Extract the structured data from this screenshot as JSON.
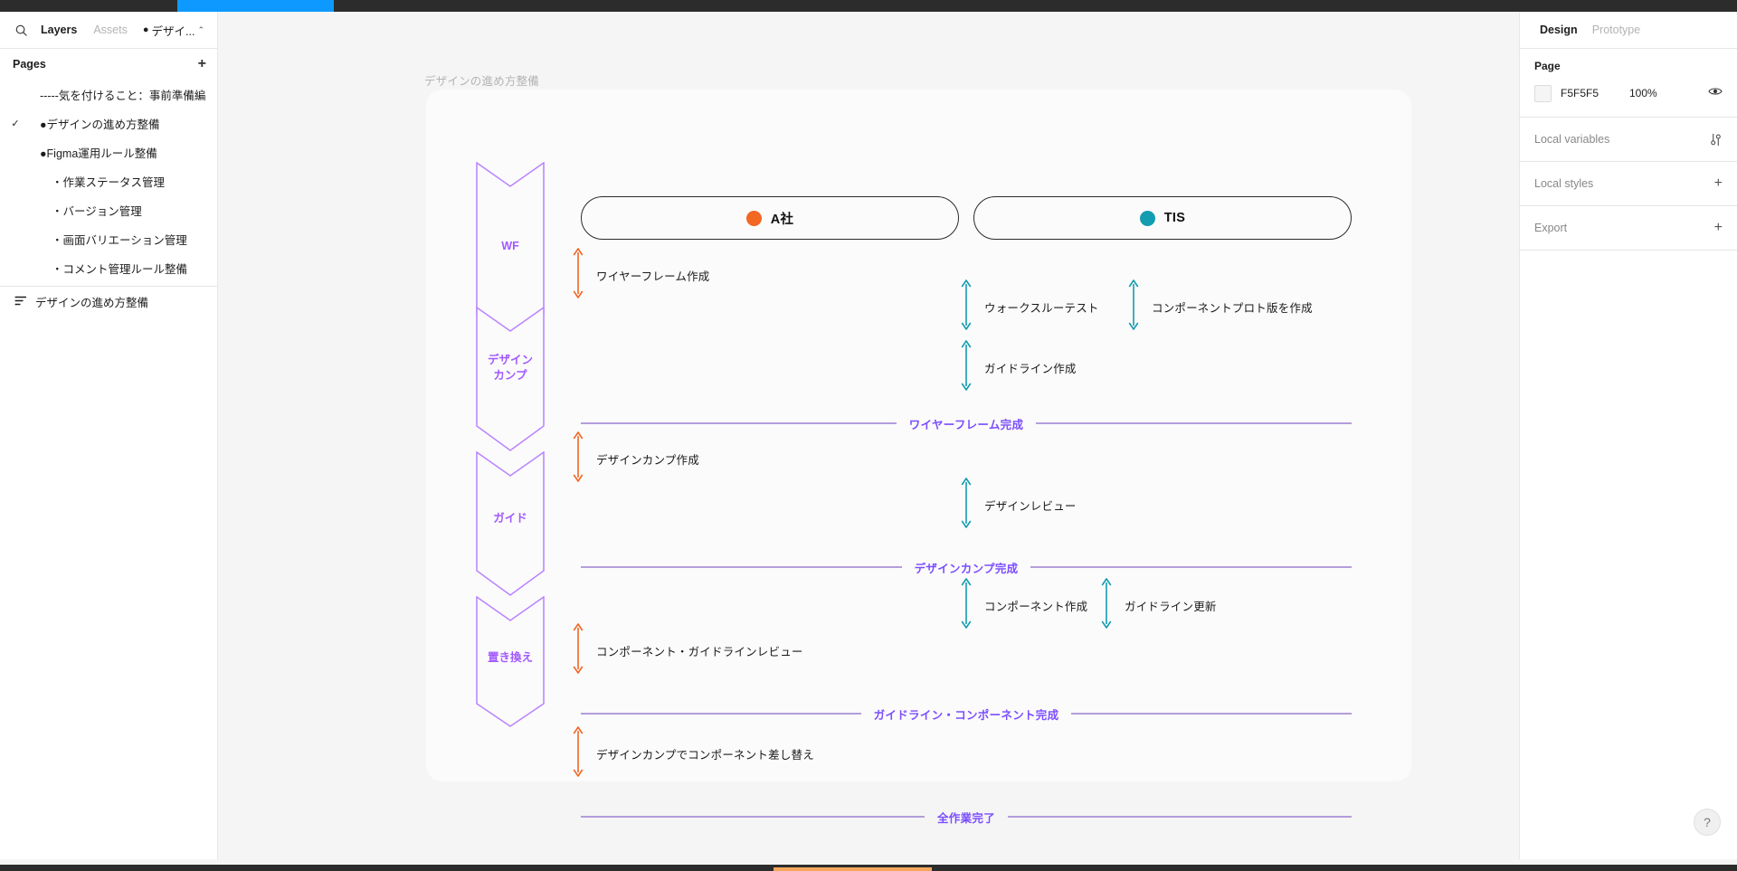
{
  "app": {
    "accent_blue": "#0d99ff",
    "accent_orange": "#f5a65b"
  },
  "sidebar": {
    "search_icon": "search-icon",
    "tabs": [
      {
        "label": "Layers",
        "active": true
      },
      {
        "label": "Assets",
        "active": false
      }
    ],
    "branch": {
      "dot": "●",
      "label": "デザイ...",
      "chevron": "⌃"
    },
    "pages_header": {
      "title": "Pages",
      "add_icon": "plus-icon"
    },
    "pages": [
      {
        "label": "-----気を付けること：事前準備編",
        "selected": false,
        "indent": 1
      },
      {
        "label": "●デザインの進め方整備",
        "selected": true,
        "indent": 1
      },
      {
        "label": "●Figma運用ルール整備",
        "selected": false,
        "indent": 1
      },
      {
        "label": "・作業ステータス管理",
        "selected": false,
        "indent": 2
      },
      {
        "label": "・バージョン管理",
        "selected": false,
        "indent": 2
      },
      {
        "label": "・画面バリエーション管理",
        "selected": false,
        "indent": 2
      },
      {
        "label": "・コメント管理ルール整備",
        "selected": false,
        "indent": 2
      }
    ],
    "check_glyph": "✓",
    "layers": [
      {
        "icon": "frame-icon",
        "label": "デザインの進め方整備"
      }
    ]
  },
  "canvas": {
    "frame_title": "デザインの進め方整備",
    "companies": [
      {
        "name": "A社",
        "color": "#F26722",
        "dot": "company-dot-a"
      },
      {
        "name": "TIS",
        "color": "#149CB0",
        "dot": "company-dot-tis"
      }
    ],
    "phases": [
      {
        "label": "WF"
      },
      {
        "label": "デザイン\nカンプ"
      },
      {
        "label": "ガイド"
      },
      {
        "label": "置き換え"
      }
    ],
    "phase_color": "#a259ff",
    "milestones": [
      {
        "label": "ワイヤーフレーム完成"
      },
      {
        "label": "デザインカンプ完成"
      },
      {
        "label": "ガイドライン・コンポーネント完成"
      },
      {
        "label": "全作業完了"
      }
    ],
    "milestone_color": "#7b4dff",
    "tasks": [
      {
        "label": "ワイヤーフレーム作成",
        "owner": "A社",
        "color": "#F26722"
      },
      {
        "label": "ウォークスルーテスト",
        "owner": "TIS",
        "color": "#149CB0"
      },
      {
        "label": "コンポーネントプロト版を作成",
        "owner": "TIS",
        "color": "#149CB0"
      },
      {
        "label": "ガイドライン作成",
        "owner": "TIS",
        "color": "#149CB0"
      },
      {
        "label": "デザインカンプ作成",
        "owner": "A社",
        "color": "#F26722"
      },
      {
        "label": "デザインレビュー",
        "owner": "TIS",
        "color": "#149CB0"
      },
      {
        "label": "コンポーネント作成",
        "owner": "TIS",
        "color": "#149CB0"
      },
      {
        "label": "ガイドライン更新",
        "owner": "TIS",
        "color": "#149CB0"
      },
      {
        "label": "コンポーネント・ガイドラインレビュー",
        "owner": "A社",
        "color": "#F26722"
      },
      {
        "label": "デザインカンプでコンポーネント差し替え",
        "owner": "A社",
        "color": "#F26722"
      }
    ]
  },
  "right_panel": {
    "tabs": [
      {
        "label": "Design",
        "active": true
      },
      {
        "label": "Prototype",
        "active": false
      }
    ],
    "page_section": {
      "title": "Page",
      "fill_hex": "F5F5F5",
      "fill_opacity": "100%",
      "visibility_icon": "eye-icon"
    },
    "rows": [
      {
        "label": "Local variables",
        "action_icon": "sliders-icon"
      },
      {
        "label": "Local styles",
        "action_icon": "plus-icon"
      },
      {
        "label": "Export",
        "action_icon": "plus-icon"
      }
    ],
    "help_icon": "question-mark-icon"
  }
}
